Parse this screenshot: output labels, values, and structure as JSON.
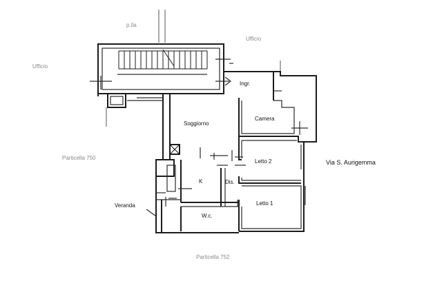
{
  "rooms": {
    "ingresso": "Ingr.",
    "camera": "Camera",
    "soggiorno": "Soggiorno",
    "letto2": "Letto 2",
    "cucina": "K",
    "disimpegno": "Dis.",
    "letto1": "Letto 1",
    "veranda": "Veranda",
    "wc": "W.c."
  },
  "street": "Via S. Aurigemma",
  "parcel_label": "Particella 752",
  "faint_labels": {
    "top_left": "p.lla",
    "top_right": "Ufficio",
    "left_upper": "Ufficio",
    "left_mid": "Particella 750"
  }
}
